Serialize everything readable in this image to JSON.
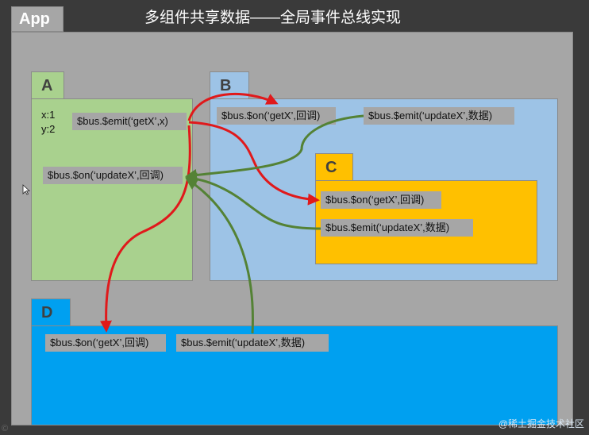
{
  "header": {
    "app_label": "App",
    "title": "多组件共享数据——全局事件总线实现"
  },
  "components": {
    "a": {
      "label": "A",
      "data_x": "x:1",
      "data_y": "y:2",
      "emit": "$bus.$emit(‘getX’,x)",
      "on": "$bus.$on(‘updateX’,回调)"
    },
    "b": {
      "label": "B",
      "on": "$bus.$on(‘getX’,回调)",
      "emit": "$bus.$emit(‘updateX’,数据)"
    },
    "c": {
      "label": "C",
      "on": "$bus.$on(‘getX’,回调)",
      "emit": "$bus.$emit(‘updateX’,数据)"
    },
    "d": {
      "label": "D",
      "on": "$bus.$on(‘getX’,回调)",
      "emit": "$bus.$emit(‘updateX’,数据)"
    }
  },
  "colors": {
    "a_panel": "#a9d18e",
    "b_panel": "#9dc3e6",
    "c_panel": "#ffc000",
    "d_panel": "#00a0f0",
    "getx_arrow": "#e0191b",
    "updatex_arrow": "#548235"
  },
  "watermark": "@稀土掘金技术社区"
}
